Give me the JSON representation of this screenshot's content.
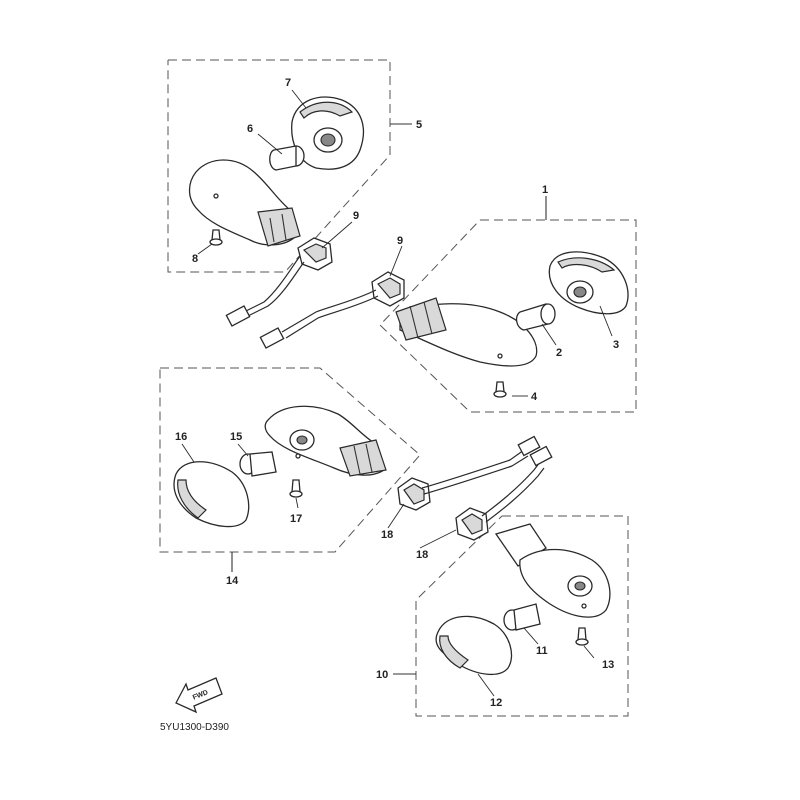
{
  "diagram": {
    "code": "5YU1300-D390",
    "fwd_label": "FWD",
    "callouts": [
      "1",
      "2",
      "3",
      "4",
      "5",
      "6",
      "7",
      "8",
      "9",
      "9",
      "10",
      "11",
      "12",
      "13",
      "14",
      "15",
      "16",
      "17",
      "18",
      "18"
    ]
  }
}
